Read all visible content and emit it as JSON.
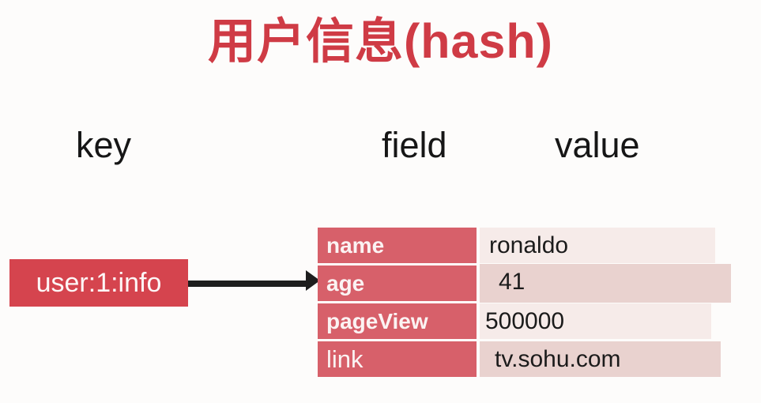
{
  "title": "用户信息(hash)",
  "column_labels": {
    "key": "key",
    "field": "field",
    "value": "value"
  },
  "key_box": {
    "label": "user:1:info"
  },
  "hash_table": {
    "rows": [
      {
        "field": "name",
        "value": "ronaldo"
      },
      {
        "field": "age",
        "value": "41"
      },
      {
        "field": "pageView",
        "value": "500000"
      },
      {
        "field": "link",
        "value": "tv.sohu.com"
      }
    ]
  },
  "colors": {
    "title_red": "#cf3b45",
    "key_box_red": "#d5444e",
    "field_cell_red": "#d7606a",
    "value_light_pink": "#f6ebe9",
    "value_dark_pink": "#e9d2cf",
    "arrow_black": "#1e1e1e"
  }
}
